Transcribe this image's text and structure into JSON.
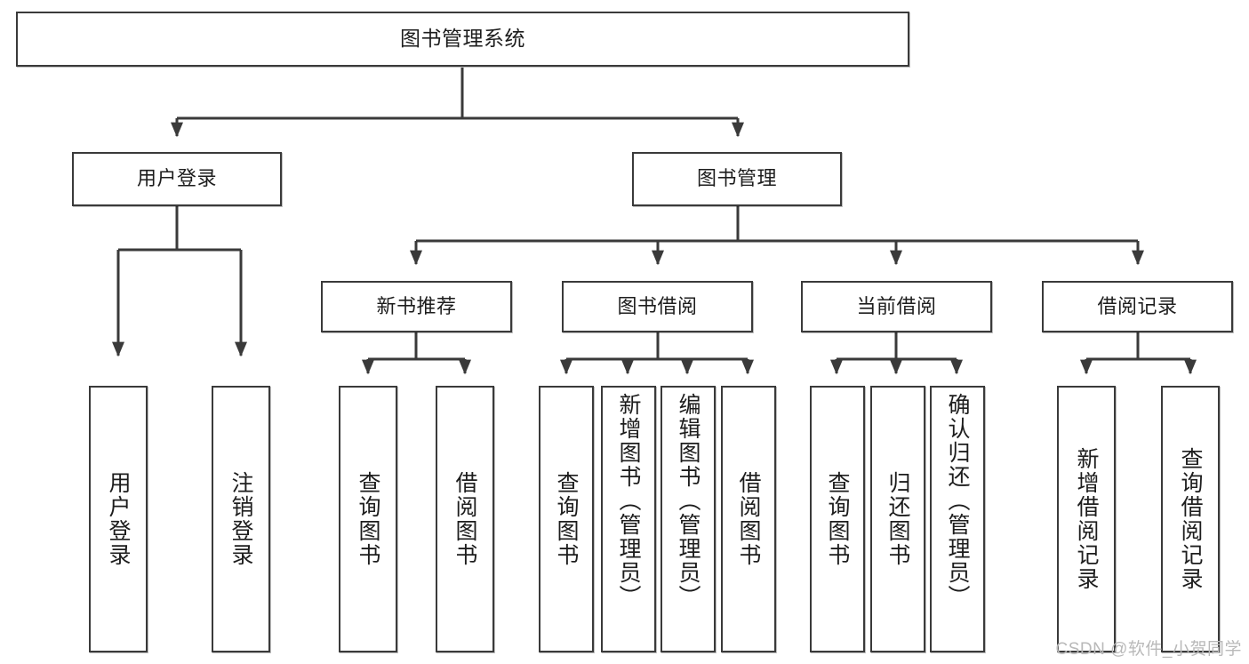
{
  "diagram": {
    "title_node": {
      "label": "图书管理系统"
    },
    "level2": [
      {
        "id": "user-login",
        "label": "用户登录"
      },
      {
        "id": "book-management",
        "label": "图书管理"
      }
    ],
    "level3": [
      {
        "id": "new-book-recommend",
        "label": "新书推荐"
      },
      {
        "id": "book-borrow",
        "label": "图书借阅"
      },
      {
        "id": "current-borrow",
        "label": "当前借阅"
      },
      {
        "id": "borrow-record",
        "label": "借阅记录"
      }
    ],
    "leaves": [
      {
        "id": "leaf-user-login",
        "label": "用户登录",
        "align": "centered"
      },
      {
        "id": "leaf-user-logout",
        "label": "注销登录",
        "align": "centered"
      },
      {
        "id": "leaf-query-book-1",
        "label": "查询图书",
        "align": "centered"
      },
      {
        "id": "leaf-borrow-book-1",
        "label": "借阅图书",
        "align": "centered"
      },
      {
        "id": "leaf-query-book-2",
        "label": "查询图书",
        "align": "centered"
      },
      {
        "id": "leaf-add-book",
        "label": "新增图书（管理员）",
        "align": "top"
      },
      {
        "id": "leaf-edit-book",
        "label": "编辑图书（管理员）",
        "align": "top"
      },
      {
        "id": "leaf-borrow-book-2",
        "label": "借阅图书",
        "align": "centered"
      },
      {
        "id": "leaf-query-book-3",
        "label": "查询图书",
        "align": "centered"
      },
      {
        "id": "leaf-return-book",
        "label": "归还图书",
        "align": "centered"
      },
      {
        "id": "leaf-confirm-return",
        "label": "确认归还（管理员）",
        "align": "top"
      },
      {
        "id": "leaf-add-record",
        "label": "新增借阅记录",
        "align": "centered"
      },
      {
        "id": "leaf-query-record",
        "label": "查询借阅记录",
        "align": "centered"
      }
    ],
    "watermark": "CSDN @软件_小贺同学",
    "colors": {
      "stroke": "#3a3a3a",
      "text": "#1d1d1d",
      "background": "#ffffff",
      "watermark": "#b9b9b9"
    }
  }
}
